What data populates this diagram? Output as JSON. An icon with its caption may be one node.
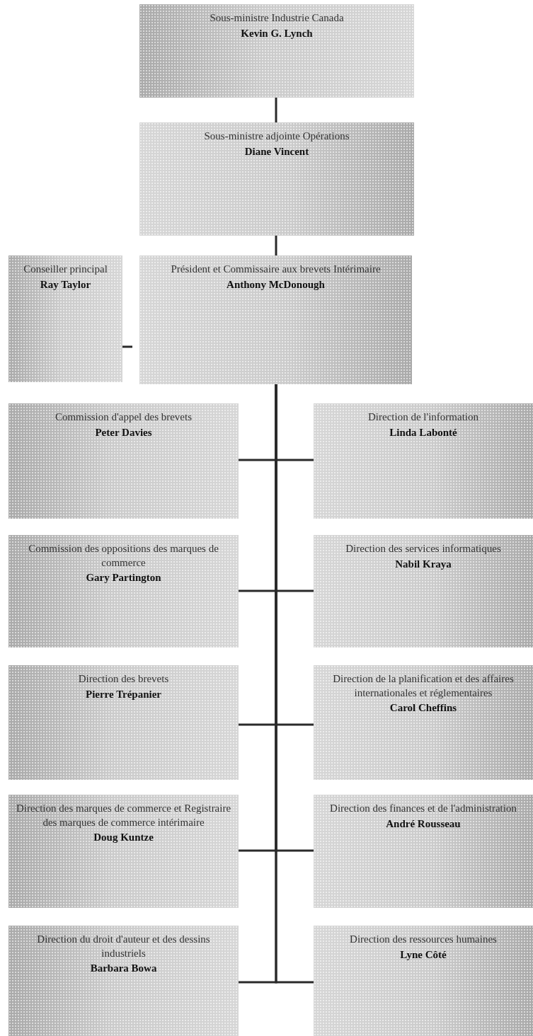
{
  "diagram": {
    "nodes": [
      {
        "text": [
          "Sous-ministre Industrie Canada",
          "Kevin G. Lynch"
        ]
      },
      {
        "text": [
          "Sous-ministre adjointe Opérations",
          "Diane Vincent"
        ]
      },
      {
        "text": [
          "Conseiller principal",
          "Ray Taylor"
        ]
      },
      {
        "text": [
          "Président et Commissaire aux brevets Intérimaire",
          "Anthony McDonough"
        ]
      },
      {
        "text": [
          "Commission d'appel des brevets",
          "Peter Davies"
        ]
      },
      {
        "text": [
          "Direction de l'information",
          "Linda Labonté"
        ]
      },
      {
        "text": [
          "Commission des oppositions des marques de commerce",
          "Gary Partington"
        ]
      },
      {
        "text": [
          "Direction des services informatiques",
          "Nabil Kraya"
        ]
      },
      {
        "text": [
          "Direction des brevets",
          "Pierre Trépanier"
        ]
      },
      {
        "text": [
          "Direction de la planification et des affaires internationales et réglementaires",
          "Carol Cheffins"
        ]
      },
      {
        "text": [
          "Direction des marques de commerce et Registraire des marques de commerce intérimaire",
          "Doug Kuntze"
        ]
      },
      {
        "text": [
          "Direction des finances et de l'administration",
          "André Rousseau"
        ]
      },
      {
        "text": [
          "Direction du droit d'auteur et des dessins industriels",
          "Barbara Bowa"
        ]
      },
      {
        "text": [
          "Direction des ressources humaines",
          "Lyne Côté"
        ]
      }
    ],
    "edges": [
      {
        "from": 0,
        "to": 1,
        "arrow": "none"
      },
      {
        "from": 1,
        "to": 3,
        "arrow": "none"
      },
      {
        "from": 2,
        "to": 3,
        "arrow": "none"
      },
      {
        "from": 3,
        "to": 4,
        "arrow": "none"
      },
      {
        "from": 3,
        "to": 5,
        "arrow": "none"
      },
      {
        "from": 3,
        "to": 6,
        "arrow": "none"
      },
      {
        "from": 3,
        "to": 7,
        "arrow": "none"
      },
      {
        "from": 3,
        "to": 8,
        "arrow": "none"
      },
      {
        "from": 3,
        "to": 9,
        "arrow": "none"
      },
      {
        "from": 3,
        "to": 10,
        "arrow": "none"
      },
      {
        "from": 3,
        "to": 11,
        "arrow": "none"
      },
      {
        "from": 3,
        "to": 12,
        "arrow": "none"
      },
      {
        "from": 3,
        "to": 13,
        "arrow": "none"
      }
    ]
  }
}
